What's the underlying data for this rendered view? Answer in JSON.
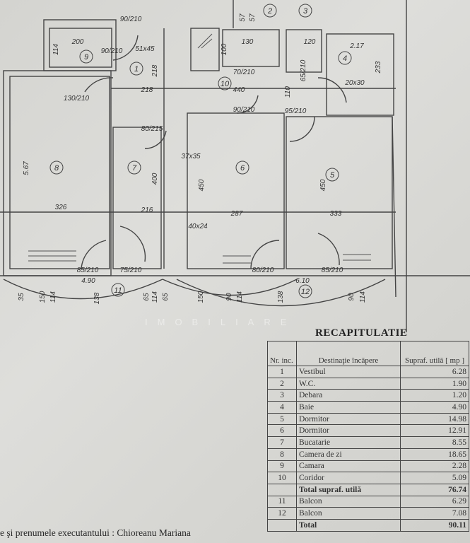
{
  "plan": {
    "rooms": [
      "1",
      "2",
      "3",
      "4",
      "5",
      "6",
      "7",
      "8",
      "9",
      "10",
      "11",
      "12"
    ],
    "dimensions": [
      "90/210",
      "200",
      "114",
      "90/210",
      "51x45",
      "218",
      "100",
      "57",
      "57",
      "130",
      "70/210",
      "120",
      "65/210",
      "2.17",
      "233",
      "20x30",
      "218",
      "440",
      "130/210",
      "110",
      "90/210",
      "95/210",
      "80/215",
      "37x35",
      "5.67",
      "400",
      "450",
      "450",
      "326",
      "216",
      "287",
      "333",
      "40x24",
      "85/210",
      "75/210",
      "80/210",
      "85/210",
      "35",
      "150",
      "114",
      "4.90",
      "138",
      "65",
      "114",
      "65",
      "150",
      "90",
      "114",
      "138",
      "6.10",
      "90",
      "114"
    ],
    "watermark": "IMOBILIARE"
  },
  "recap": {
    "title": "RECAPITULATIE",
    "headers": {
      "nr": "Nr. inc.",
      "dest": "Destinaţie încăpere",
      "sup": "Supraf. utilă [ mp ]"
    },
    "rows": [
      {
        "nr": "1",
        "name": "Vestibul",
        "area": "6.28"
      },
      {
        "nr": "2",
        "name": "W.C.",
        "area": "1.90"
      },
      {
        "nr": "3",
        "name": "Debara",
        "area": "1.20"
      },
      {
        "nr": "4",
        "name": "Baie",
        "area": "4.90"
      },
      {
        "nr": "5",
        "name": "Dormitor",
        "area": "14.98"
      },
      {
        "nr": "6",
        "name": "Dormitor",
        "area": "12.91"
      },
      {
        "nr": "7",
        "name": "Bucatarie",
        "area": "8.55"
      },
      {
        "nr": "8",
        "name": "Camera de zi",
        "area": "18.65"
      },
      {
        "nr": "9",
        "name": "Camara",
        "area": "2.28"
      },
      {
        "nr": "10",
        "name": "Coridor",
        "area": "5.09"
      }
    ],
    "subtotal": {
      "name": "Total supraf. utilă",
      "area": "76.74"
    },
    "balconies": [
      {
        "nr": "11",
        "name": "Balcon",
        "area": "6.29"
      },
      {
        "nr": "12",
        "name": "Balcon",
        "area": "7.08"
      }
    ],
    "total": {
      "name": "Total",
      "area": "90.11"
    }
  },
  "footer": "e şi prenumele executantului : Chioreanu Mariana"
}
